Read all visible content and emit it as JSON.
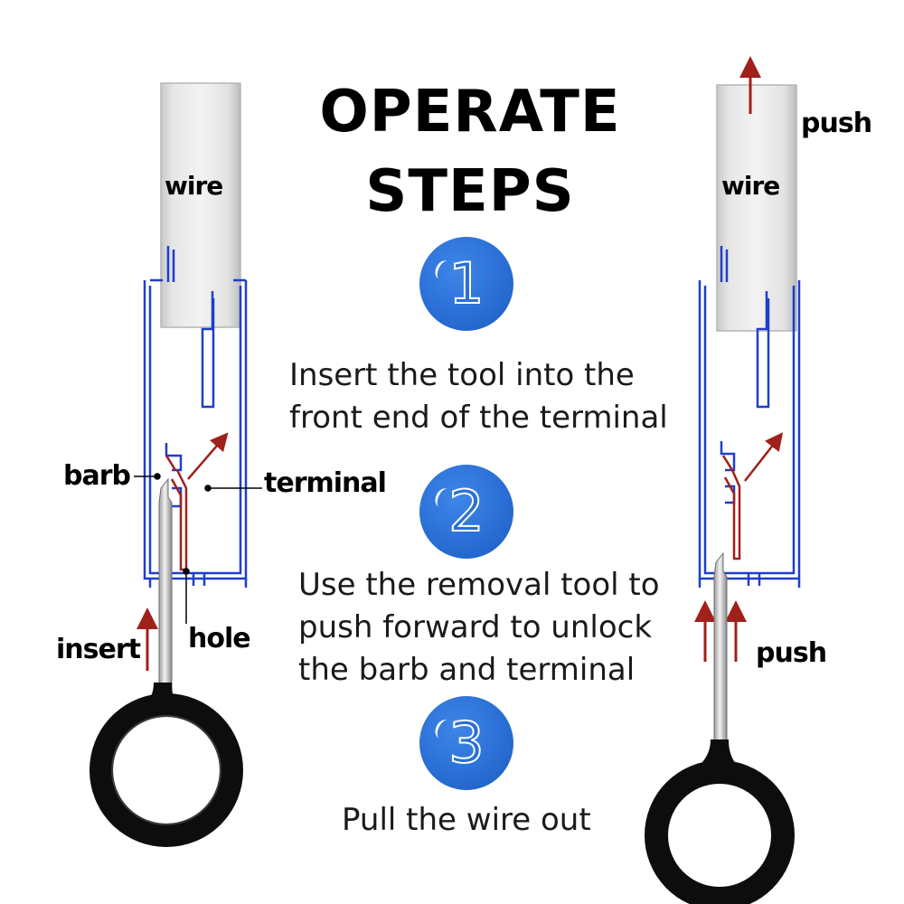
{
  "title": {
    "line1": "OPERATE",
    "line2": "STEPS"
  },
  "steps": [
    {
      "number": "1",
      "text_line1": "Insert the tool into the",
      "text_line2": "front end of the terminal"
    },
    {
      "number": "2",
      "text_line1": "Use the removal tool to",
      "text_line2": "push forward to unlock",
      "text_line3": "the barb and terminal"
    },
    {
      "number": "3",
      "text_line1": "Pull the wire out"
    }
  ],
  "left_diagram": {
    "wire": "wire",
    "barb": "barb",
    "terminal": "terminal",
    "hole": "hole",
    "insert": "insert"
  },
  "right_diagram": {
    "wire": "wire",
    "push_top": "push",
    "push_bottom": "push"
  },
  "colors": {
    "badge_blue": "#2a6fd6",
    "housing_blue": "#1f3fc9",
    "terminal_red": "#a0201a",
    "ring_black": "#0d0d0d"
  }
}
